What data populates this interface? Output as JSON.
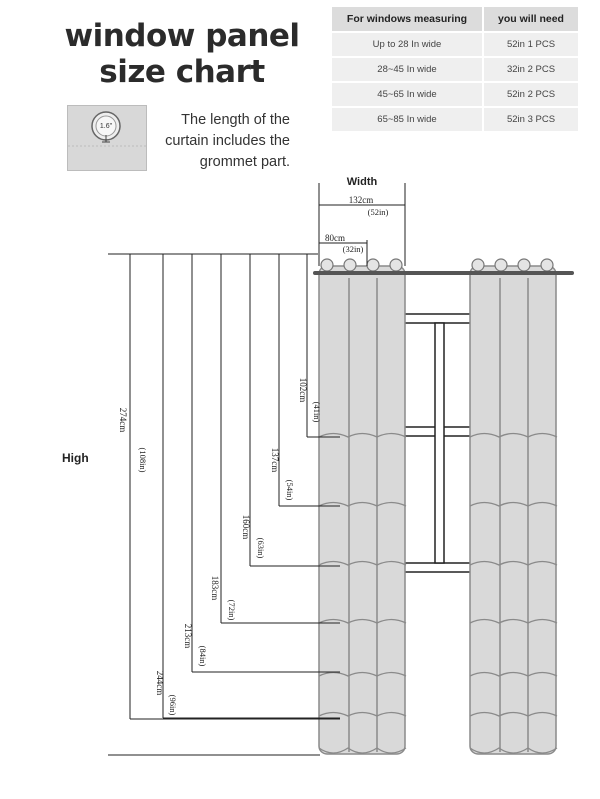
{
  "title": {
    "line1": "window panel",
    "line2": "size chart"
  },
  "table": {
    "headers": [
      "For windows measuring",
      "you will need"
    ],
    "rows": [
      {
        "measuring": "Up to 28  In wide",
        "need": "52in   1 PCS"
      },
      {
        "measuring": "28~45  In wide",
        "need": "32in   2 PCS"
      },
      {
        "measuring": "45~65  In wide",
        "need": "52in   2 PCS"
      },
      {
        "measuring": "65~85  In wide",
        "need": "52in   3 PCS"
      }
    ]
  },
  "grommet": {
    "size_label": "1.6\""
  },
  "note": {
    "line1": "The length of the",
    "line2": "curtain includes the",
    "line3": "grommet part."
  },
  "width": {
    "label": "Width",
    "wide_cm": "132cm",
    "wide_in": "(52in)",
    "narrow_cm": "80cm",
    "narrow_in": "(32in)"
  },
  "high": {
    "label": "High"
  },
  "lengths": [
    {
      "cm": "274cm",
      "in": "(108in)"
    },
    {
      "cm": "244cm",
      "in": "(96in)"
    },
    {
      "cm": "213cm",
      "in": "(84in)"
    },
    {
      "cm": "183cm",
      "in": "(72in)"
    },
    {
      "cm": "160cm",
      "in": "(63in)"
    },
    {
      "cm": "137cm",
      "in": "(54in)"
    },
    {
      "cm": "102cm",
      "in": "(41in)"
    }
  ],
  "colors": {
    "curtain": "#d9d9d9",
    "curtain_edge": "#8a8a8a",
    "rod": "#555555",
    "window": "#222222"
  }
}
